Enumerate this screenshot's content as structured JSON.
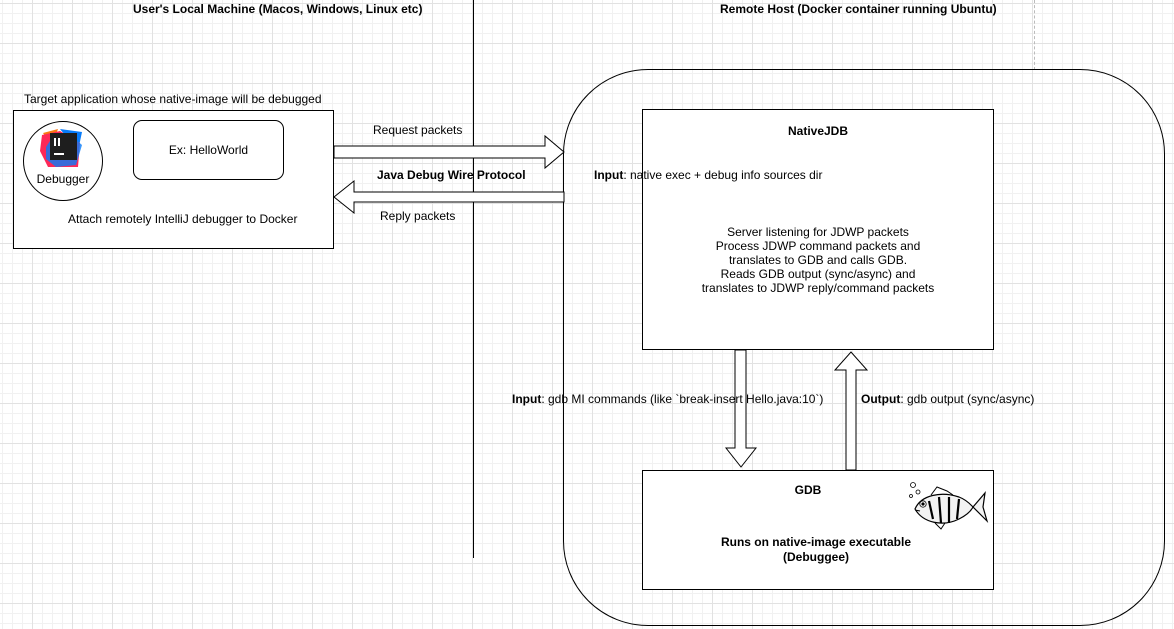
{
  "headers": {
    "local": "User's Local Machine (Macos, Windows, Linux etc)",
    "remote": "Remote Host (Docker container running Ubuntu)"
  },
  "local_machine": {
    "target_label": "Target application whose native-image will be debugged",
    "debugger_label": "Debugger",
    "app_label": "Ex: HelloWorld",
    "attach_label": "Attach remotely IntelliJ debugger to Docker"
  },
  "arrows": {
    "request_label": "Request packets",
    "protocol_label": "Java Debug Wire Protocol",
    "reply_label": "Reply packets",
    "gdb_input_bold": "Input",
    "gdb_input_text": ": gdb MI commands (like `break-insert Hello.java:10`)",
    "gdb_output_bold": "Output",
    "gdb_output_text": ": gdb output (sync/async)"
  },
  "nativejdb": {
    "title": "NativeJDB",
    "input_bold": "Input",
    "input_text": ": native exec + debug info sources dir",
    "description": [
      "Server listening for JDWP packets",
      "Process JDWP command packets and",
      "translates to GDB and calls GDB.",
      "Reads GDB output (sync/async) and",
      "translates to JDWP reply/command packets"
    ]
  },
  "gdb": {
    "title": "GDB",
    "runs_on": [
      "Runs on native-image executable",
      "(Debuggee)"
    ]
  },
  "icons": {
    "intellij": "intellij-logo-icon",
    "gdb": "gdb-archer-fish-icon"
  },
  "colors": {
    "background": "#ffffff",
    "grid": "#e2e2e2",
    "stroke": "#000000",
    "intellij_dark": "#1e1e1e",
    "intellij_orange": "#f97a12",
    "intellij_blue": "#087cfa",
    "intellij_pink": "#fe2857"
  }
}
